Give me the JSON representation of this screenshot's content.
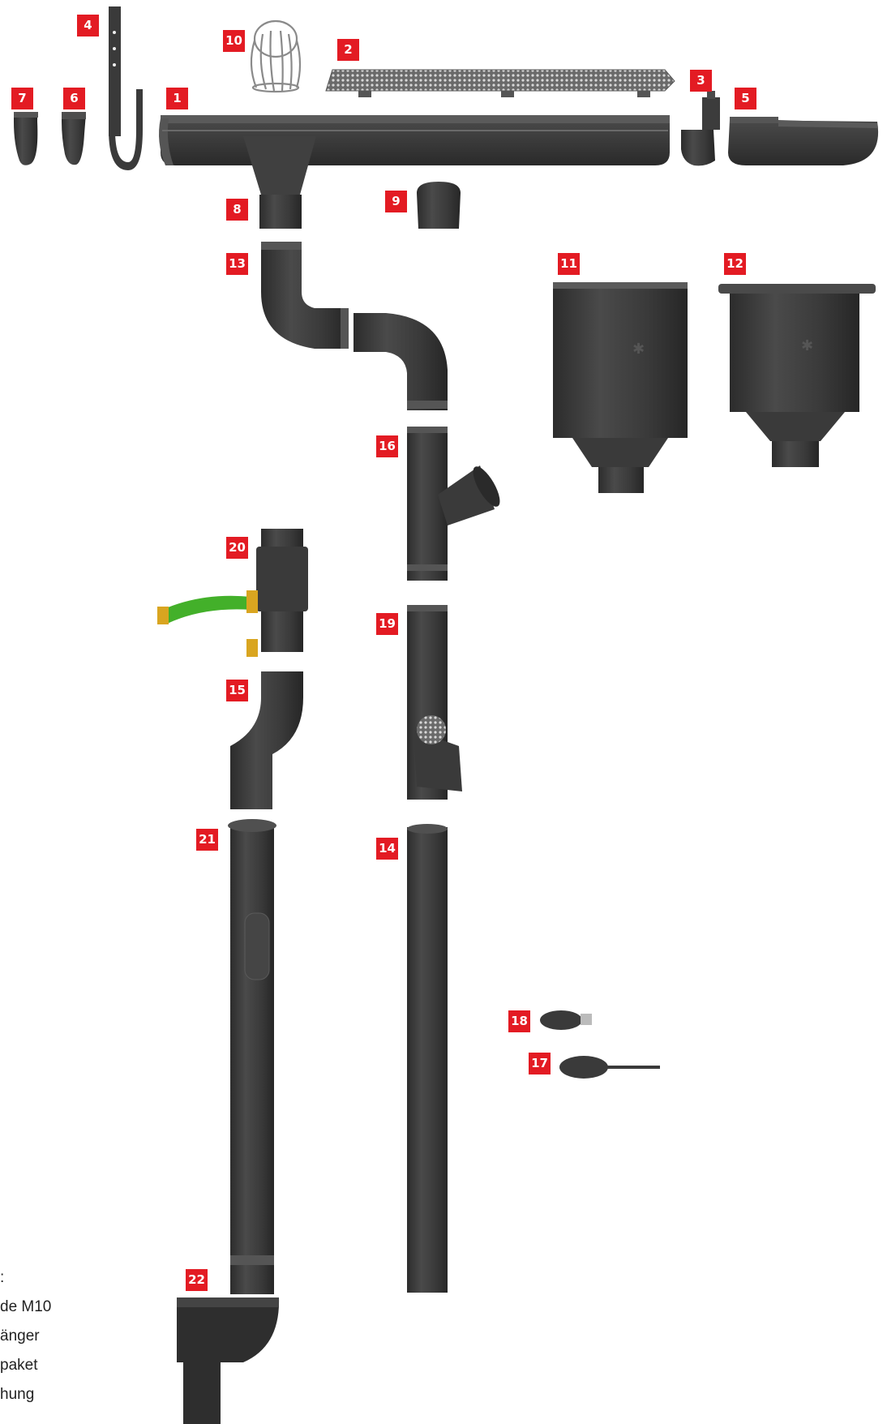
{
  "colors": {
    "part": "#3c3c3c",
    "part_dark": "#2a2a2a",
    "part_light": "#5a5a5a",
    "badge": "#e31b23",
    "hose": "#43b02a",
    "brass": "#d9a520",
    "mesh": "#9a9a9a"
  },
  "parts": [
    {
      "key": "gutter",
      "number": "1",
      "icon": "half-round-gutter"
    },
    {
      "key": "gutter-guard",
      "number": "2",
      "icon": "perforated-gutter-guard"
    },
    {
      "key": "gutter-connector",
      "number": "3",
      "icon": "gutter-connector"
    },
    {
      "key": "gutter-hook",
      "number": "4",
      "icon": "gutter-hook"
    },
    {
      "key": "gutter-corner",
      "number": "5",
      "icon": "gutter-corner"
    },
    {
      "key": "end-cap-a",
      "number": "6",
      "icon": "end-cap"
    },
    {
      "key": "end-cap-b",
      "number": "7",
      "icon": "end-cap"
    },
    {
      "key": "gutter-outlet",
      "number": "8",
      "icon": "gutter-outlet"
    },
    {
      "key": "outlet-plug",
      "number": "9",
      "icon": "outlet-plug"
    },
    {
      "key": "leaf-guard-basket",
      "number": "10",
      "icon": "wire-basket"
    },
    {
      "key": "rainwater-hopper-a",
      "number": "11",
      "icon": "rainwater-hopper"
    },
    {
      "key": "rainwater-hopper-b",
      "number": "12",
      "icon": "rainwater-hopper"
    },
    {
      "key": "pipe-elbow",
      "number": "13",
      "icon": "pipe-elbow"
    },
    {
      "key": "downpipe",
      "number": "14",
      "icon": "downpipe"
    },
    {
      "key": "offset-pipe",
      "number": "15",
      "icon": "offset-pipe"
    },
    {
      "key": "branch-pipe",
      "number": "16",
      "icon": "branch-pipe"
    },
    {
      "key": "pipe-clip-with-pin",
      "number": "17",
      "icon": "pipe-clip"
    },
    {
      "key": "pipe-clip",
      "number": "18",
      "icon": "pipe-clip"
    },
    {
      "key": "filter-pipe",
      "number": "19",
      "icon": "filter-pipe"
    },
    {
      "key": "rain-diverter",
      "number": "20",
      "icon": "rain-diverter"
    },
    {
      "key": "inspection-pipe",
      "number": "21",
      "icon": "inspection-pipe"
    },
    {
      "key": "rain-water-drain",
      "number": "22",
      "icon": "rain-water-drain"
    }
  ],
  "legend": [
    ":",
    "de M10",
    "änger",
    "paket",
    "hung"
  ]
}
